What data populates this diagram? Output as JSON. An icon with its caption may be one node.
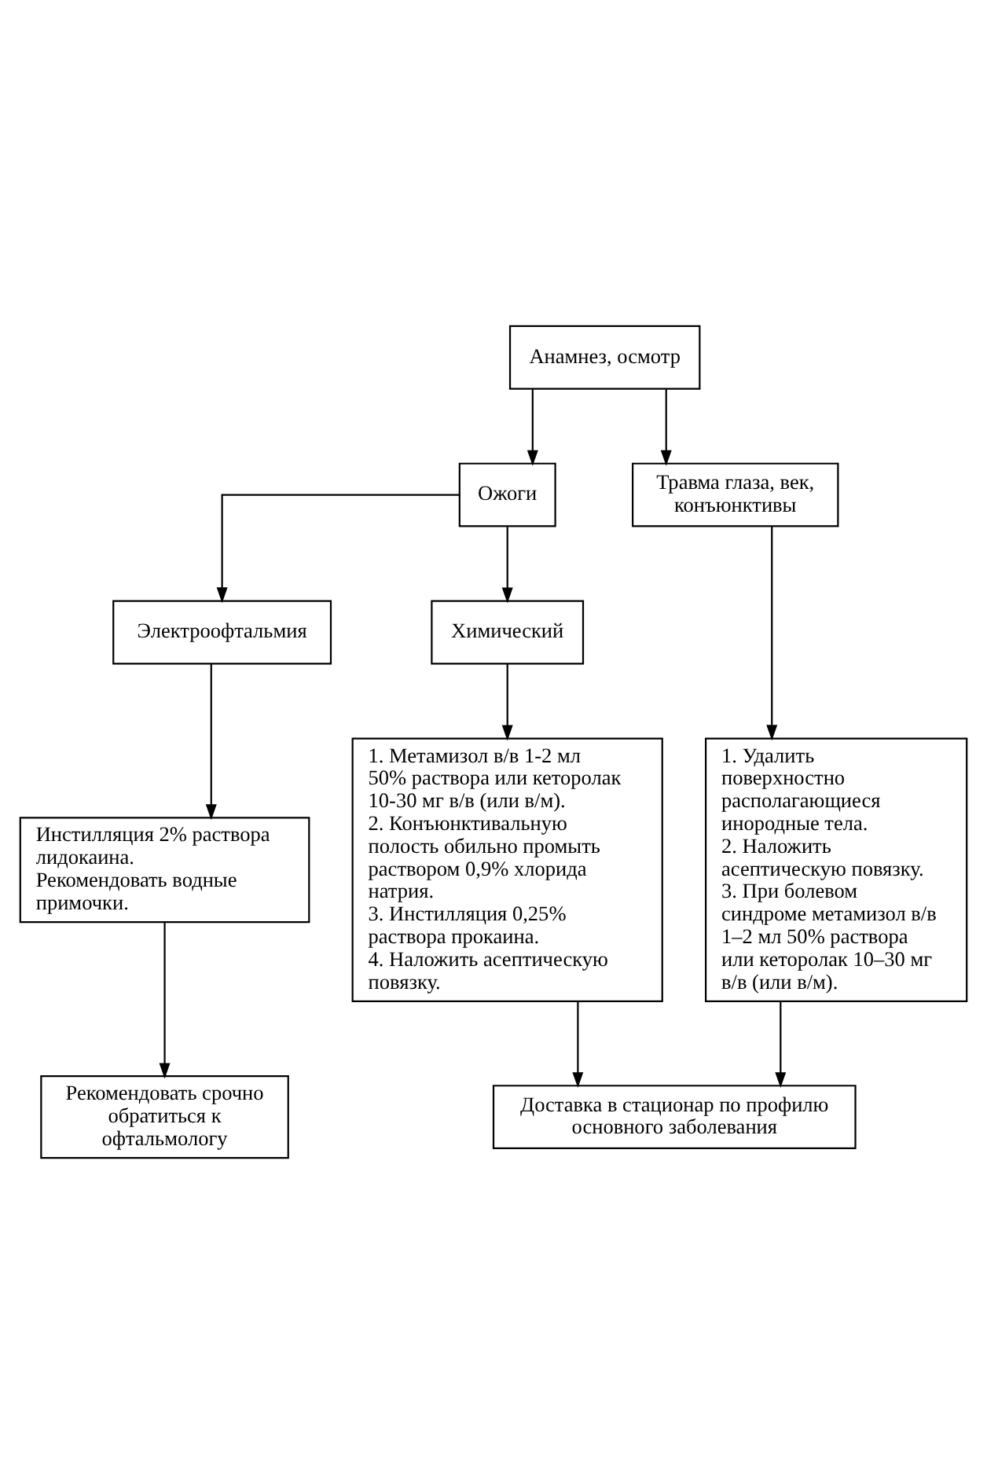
{
  "diagram": {
    "nodes": [
      {
        "text": [
          "Анамнез, осмотр"
        ]
      },
      {
        "text": [
          "Ожоги"
        ]
      },
      {
        "text": [
          "Травма глаза, век, конъюнктивы"
        ]
      },
      {
        "text": [
          "Электроофтальмия"
        ]
      },
      {
        "text": [
          "Химический"
        ]
      },
      {
        "text": [
          "Инстилляция 2% раствора лидокаина.",
          "Рекомендовать водные примочки."
        ]
      },
      {
        "text": [
          "1. Метамизол в/в 1-2 мл 50% раствора или кеторолак 10-30 мг в/в (или в/м).",
          "2. Конъюнктивальную полость обильно промыть раствором 0,9% хлорида натрия.",
          "3. Инстилляция 0,25% раствора прокаина.",
          "4. Наложить асептическую повязку."
        ]
      },
      {
        "text": [
          "1. Удалить поверхностно располагающиеся инородные тела.",
          "2. Наложить асептическую повязку.",
          "3. При болевом синдроме метамизол в/в 1–2 мл 50% раствора или кеторолак 10–30 мг в/в (или в/м)."
        ]
      },
      {
        "text": [
          "Рекомендовать срочно обратиться к офтальмологу"
        ]
      },
      {
        "text": [
          "Доставка в стационар по профилю основного заболевания"
        ]
      }
    ],
    "edges": [
      {
        "from": 0,
        "to": 1,
        "arrow": "to"
      },
      {
        "from": 0,
        "to": 2,
        "arrow": "to"
      },
      {
        "from": 1,
        "to": 3,
        "arrow": "to"
      },
      {
        "from": 1,
        "to": 4,
        "arrow": "to"
      },
      {
        "from": 3,
        "to": 5,
        "arrow": "to"
      },
      {
        "from": 4,
        "to": 6,
        "arrow": "to"
      },
      {
        "from": 2,
        "to": 7,
        "arrow": "to"
      },
      {
        "from": 5,
        "to": 8,
        "arrow": "to"
      },
      {
        "from": 6,
        "to": 9,
        "arrow": "to"
      },
      {
        "from": 7,
        "to": 9,
        "arrow": "to"
      }
    ]
  }
}
